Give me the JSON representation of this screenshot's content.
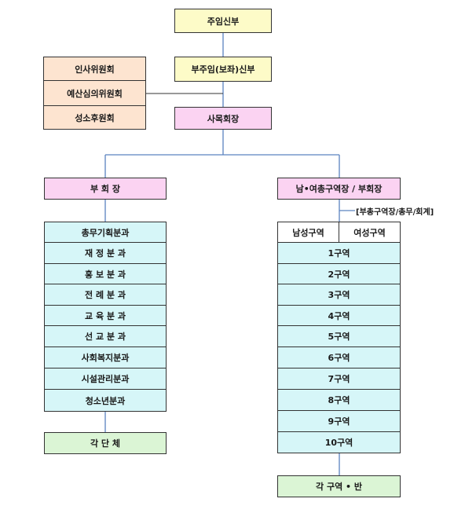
{
  "top": {
    "chief_priest": "주임신부",
    "assistant_priest": "부주임(보좌)신부",
    "pastoral_chair": "사목회장"
  },
  "committees": [
    "인사위원회",
    "예산심의위원회",
    "성소후원회"
  ],
  "left_branch": {
    "head": "부 회 장",
    "divisions": [
      "총무기획분과",
      "재 정 분 과",
      "홍 보 분 과",
      "전 례 분 과",
      "교 육 분 과",
      "선 교 분 과",
      "사회복지분과",
      "시설관리분과",
      "청소년분과"
    ],
    "bottom": "각 단 체"
  },
  "right_branch": {
    "head": "남•여총구역장 / 부회장",
    "note": "[부총구역장/총무/회계]",
    "split": [
      "남성구역",
      "여성구역"
    ],
    "districts": [
      "1구역",
      "2구역",
      "3구역",
      "4구역",
      "5구역",
      "6구역",
      "7구역",
      "8구역",
      "9구역",
      "10구역"
    ],
    "bottom": "각 구역 • 반"
  }
}
